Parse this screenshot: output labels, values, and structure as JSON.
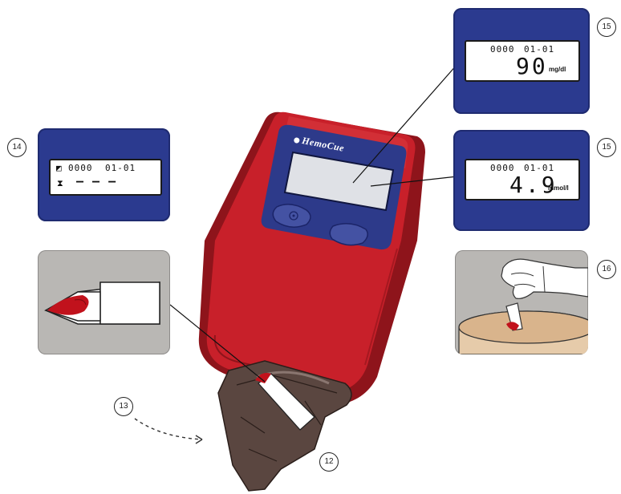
{
  "brand": "HemoCue",
  "step_numbers": {
    "s12": "12",
    "s13": "13",
    "s14": "14",
    "s15_top": "15",
    "s15_bottom": "15",
    "s16": "16"
  },
  "display_14": {
    "clock": "0000",
    "date": "01-01",
    "dashes": "– – –"
  },
  "display_15_mgdl": {
    "clock": "0000",
    "date": "01-01",
    "value": "90",
    "unit": "mg/dl"
  },
  "display_15_mmol": {
    "clock": "0000",
    "date": "01-01",
    "value": "4.9",
    "unit": "mmol/l"
  },
  "colors": {
    "device_red": "#c8202a",
    "panel_blue": "#2b3a8f",
    "panel_gray": "#b9b7b4",
    "holder_brown": "#5a4640"
  },
  "icons": [
    "hourglass-icon",
    "cuvette-icon",
    "hand-icon",
    "power-button-icon"
  ]
}
